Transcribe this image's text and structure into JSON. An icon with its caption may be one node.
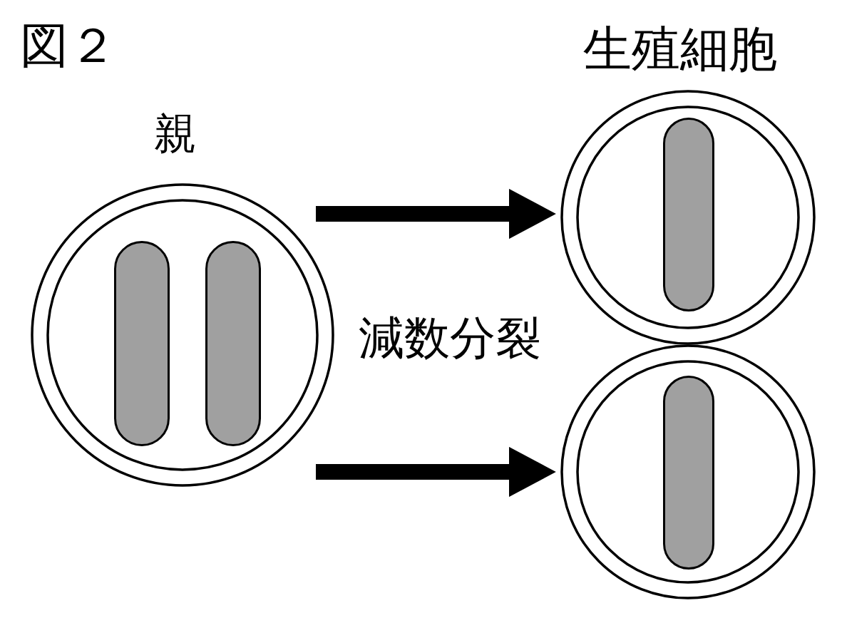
{
  "diagram": {
    "title": "図２",
    "nodes": [
      {
        "text": [
          "親"
        ]
      },
      {
        "text": [],
        "shape": "bar",
        "in": 0
      },
      {
        "text": [],
        "shape": "bar",
        "in": 0
      },
      {
        "text": [],
        "shape": "circle"
      },
      {
        "text": [],
        "shape": "bar",
        "in": 3
      },
      {
        "text": [],
        "shape": "circle"
      },
      {
        "text": [],
        "shape": "bar",
        "in": 5
      }
    ],
    "edges": [
      {
        "from": 0,
        "to": 3,
        "arrow": "to"
      },
      {
        "from": 0,
        "to": 5,
        "arrow": "to"
      }
    ],
    "labels": [
      "生殖細胞",
      "減数分裂"
    ]
  }
}
